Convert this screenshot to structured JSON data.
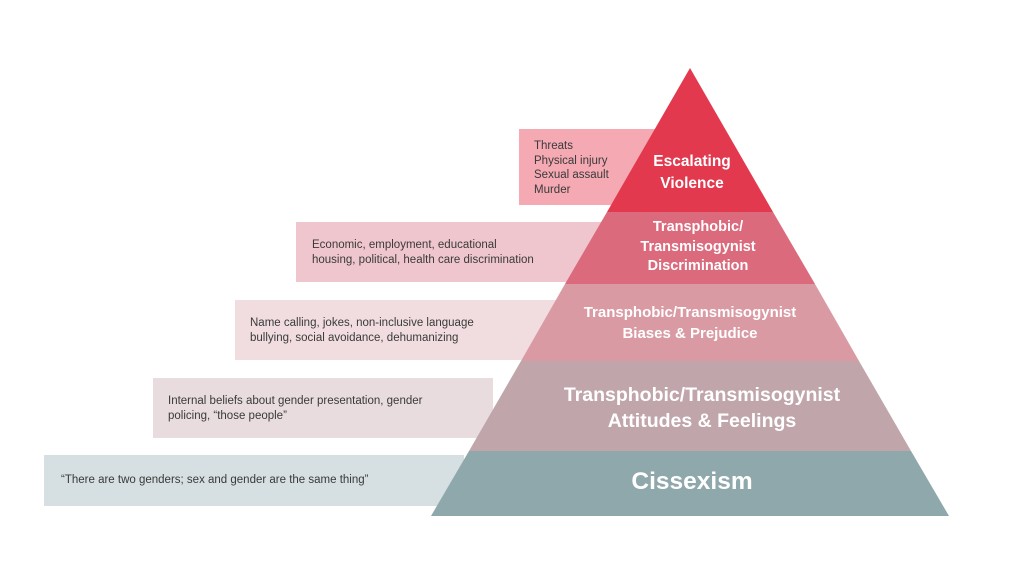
{
  "colors": {
    "tier_violence": "#e3394f",
    "tier_discrimination": "#db6a7d",
    "tier_biases": "#d99aa3",
    "tier_attitudes": "#c0a6ab",
    "tier_cissexism": "#8fa8ab"
  },
  "tiers": [
    {
      "title_lines": [
        "Escalating",
        "Violence"
      ],
      "examples": [
        "Threats",
        "Physical injury",
        "Sexual assault",
        "Murder"
      ]
    },
    {
      "title_lines": [
        "Transphobic/",
        "Transmisogynist",
        "Discrimination"
      ],
      "examples": [
        "Economic, employment, educational",
        "housing, political, health care discrimination"
      ]
    },
    {
      "title_lines": [
        "Transphobic/Transmisogynist",
        "Biases & Prejudice"
      ],
      "examples": [
        "Name calling, jokes, non-inclusive language",
        "bullying, social avoidance, dehumanizing"
      ]
    },
    {
      "title_lines": [
        "Transphobic/Transmisogynist",
        "Attitudes & Feelings"
      ],
      "examples": [
        "Internal beliefs about gender presentation, gender",
        "policing, “those people”"
      ]
    },
    {
      "title_lines": [
        "Cissexism"
      ],
      "examples": [
        "“There are two genders; sex and gender are the same thing”"
      ]
    }
  ]
}
